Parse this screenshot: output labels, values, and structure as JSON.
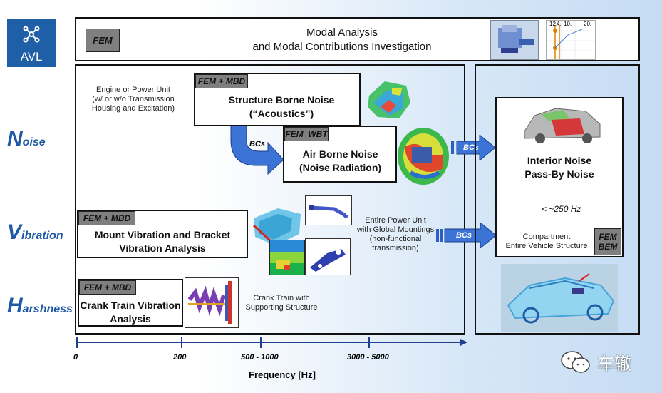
{
  "logo": {
    "text": "AVL",
    "icon": "avl-logo-icon"
  },
  "top": {
    "tag": "FEM",
    "line1": "Modal Analysis",
    "line2": "and Modal Contributions Investigation",
    "chart_labels": [
      "12.",
      "4.",
      "10.",
      "20."
    ]
  },
  "rows": {
    "noise": {
      "initial": "N",
      "rest": "oise"
    },
    "vibration": {
      "initial": "V",
      "rest": "ibration"
    },
    "harshness": {
      "initial": "H",
      "rest": "arshness"
    }
  },
  "engine_text": [
    "Engine or Power Unit",
    "(w/ or w/o Transmission",
    "Housing and Excitation)"
  ],
  "structure_noise": {
    "tag": "FEM + MBD",
    "line1": "Structure Borne Noise",
    "line2": "(“Acoustics”)"
  },
  "air_noise": {
    "tag": "FEM  WBT",
    "line1": "Air Borne Noise",
    "line2": "(Noise Radiation)",
    "bcs": "BCs"
  },
  "mount": {
    "tag": "FEM + MBD",
    "line1": "Mount Vibration and Bracket",
    "line2": "Vibration Analysis"
  },
  "powerunit_text": [
    "Entire Power Unit",
    "with Global Mountings",
    "(non-functional",
    "transmission)"
  ],
  "crank": {
    "tag": "FEM + MBD",
    "line1": "Crank Train Vibration",
    "line2": "Analysis"
  },
  "crank_text": [
    "Crank Train with",
    "Supporting Structure"
  ],
  "arrows": {
    "bcs1": "BCs",
    "bcs2": "BCs"
  },
  "interior": {
    "line1": "Interior Noise",
    "line2": "Pass-By Noise",
    "freq": "< ~250 Hz",
    "comp1": "Compartment",
    "comp2": "Entire Vehicle Structure",
    "tag1": "FEM",
    "tag2": "BEM"
  },
  "axis": {
    "ticks": [
      "0",
      "200",
      "500 - 1000",
      "3000 - 5000"
    ],
    "label": "Frequency [Hz]"
  },
  "watermark": "车辙"
}
